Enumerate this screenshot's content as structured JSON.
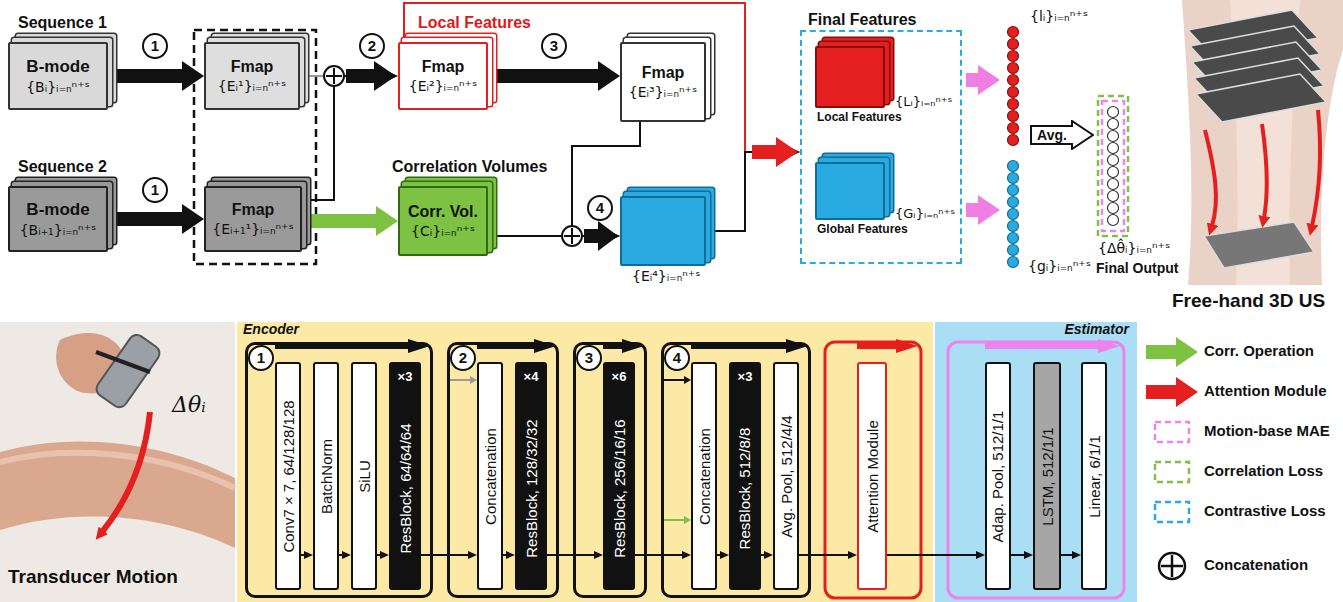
{
  "diagram": {
    "nodes": [
      {
        "text": [
          "Sequence 1",
          "B-mode",
          "{Bᵢ}ᵢ₌ₙⁿ⁺ˢ"
        ]
      },
      {
        "text": [
          "Fmap",
          "{Eᵢ¹}ᵢ₌ₙⁿ⁺ˢ"
        ]
      },
      {
        "text": [
          "Local Features",
          "Fmap",
          "{Eᵢ²}ᵢ₌ₙⁿ⁺ˢ"
        ]
      },
      {
        "text": [
          "Fmap",
          "{Eᵢ³}ᵢ₌ₙⁿ⁺ˢ"
        ]
      },
      {
        "text": [
          "Final Features"
        ]
      },
      {
        "text": [
          "Local Features",
          "{Lᵢ}ᵢ₌ₙⁿ⁺ˢ"
        ],
        "in": 4
      },
      {
        "text": [
          "Global Features",
          "{Gᵢ}ᵢ₌ₙⁿ⁺ˢ"
        ],
        "in": 4
      },
      {
        "text": [
          "Avg."
        ]
      },
      {
        "text": [
          "Sequence 2",
          "B-mode",
          "{Bᵢ₊₁}ᵢ₌ₙⁿ⁺ˢ"
        ]
      },
      {
        "text": [
          "Fmap",
          "{Eᵢ₊₁¹}ᵢ₌ₙⁿ⁺ˢ"
        ]
      },
      {
        "text": [
          "Correlation Volumes",
          "Corr. Vol.",
          "{Cᵢ}ᵢ₌ₙⁿ⁺ˢ"
        ]
      },
      {
        "text": [
          "{Eᵢ⁴}ᵢ₌ₙⁿ⁺ˢ"
        ]
      },
      {
        "text": [
          "Encoder"
        ]
      },
      {
        "text": [
          "1"
        ],
        "in": 12
      },
      {
        "text": [
          "Conv7 × 7, 64/128/128"
        ],
        "in": 13
      },
      {
        "text": [
          "BatchNorm"
        ],
        "in": 13
      },
      {
        "text": [
          "SiLU"
        ],
        "in": 13
      },
      {
        "text": [
          "ResBlock, 64/64/64",
          "×3"
        ],
        "in": 13
      },
      {
        "text": [
          "2"
        ],
        "in": 12
      },
      {
        "text": [
          "Concatenation"
        ],
        "in": 18
      },
      {
        "text": [
          "ResBlock, 128/32/32",
          "×4"
        ],
        "in": 18
      },
      {
        "text": [
          "3"
        ],
        "in": 12
      },
      {
        "text": [
          "ResBlock, 256/16/16",
          "×6"
        ],
        "in": 21
      },
      {
        "text": [
          "4"
        ],
        "in": 12
      },
      {
        "text": [
          "Concatenation"
        ],
        "in": 23
      },
      {
        "text": [
          "ResBlock, 512/8/8",
          "×3"
        ],
        "in": 23
      },
      {
        "text": [
          "Avg. Pool, 512/4/4"
        ],
        "in": 23
      },
      {
        "text": [
          "Attention Module"
        ],
        "in": 12
      },
      {
        "text": [
          "Estimator"
        ]
      },
      {
        "text": [
          "Adap. Pool, 512/1/1"
        ],
        "in": 28
      },
      {
        "text": [
          "LSTM, 512/1/1"
        ],
        "in": 28
      },
      {
        "text": [
          "Linear, 6/1/1"
        ],
        "in": 28
      }
    ],
    "edges": [
      {
        "from": 0,
        "to": 1,
        "arrow": "to"
      },
      {
        "from": 8,
        "to": 9,
        "arrow": "to"
      },
      {
        "from": 1,
        "to": 2,
        "arrow": "to"
      },
      {
        "from": 9,
        "to": 2,
        "arrow": "to"
      },
      {
        "from": 9,
        "to": 10,
        "arrow": "to"
      },
      {
        "from": 2,
        "to": 3,
        "arrow": "to"
      },
      {
        "from": 3,
        "to": 11,
        "arrow": "to"
      },
      {
        "from": 10,
        "to": 11,
        "arrow": "to"
      },
      {
        "from": 2,
        "to": 4,
        "arrow": "to"
      },
      {
        "from": 11,
        "to": 4,
        "arrow": "to"
      },
      {
        "from": 14,
        "to": 15,
        "arrow": "to"
      },
      {
        "from": 15,
        "to": 16,
        "arrow": "to"
      },
      {
        "from": 16,
        "to": 17,
        "arrow": "to"
      },
      {
        "from": 17,
        "to": 19,
        "arrow": "to"
      },
      {
        "from": 19,
        "to": 20,
        "arrow": "to"
      },
      {
        "from": 20,
        "to": 22,
        "arrow": "to"
      },
      {
        "from": 22,
        "to": 24,
        "arrow": "to"
      },
      {
        "from": 24,
        "to": 25,
        "arrow": "to"
      },
      {
        "from": 25,
        "to": 26,
        "arrow": "to"
      },
      {
        "from": 26,
        "to": 27,
        "arrow": "to"
      },
      {
        "from": 27,
        "to": 29,
        "arrow": "to"
      },
      {
        "from": 29,
        "to": 30,
        "arrow": "to"
      },
      {
        "from": 30,
        "to": 31,
        "arrow": "to"
      }
    ],
    "labels": [
      "1",
      "2",
      "3",
      "{lᵢ}ᵢ₌ₙⁿ⁺ˢ",
      "Free-hand 3D US",
      "1",
      "4",
      "{gᵢ}ᵢ₌ₙⁿ⁺ˢ",
      "{Δθ̂ᵢ}ᵢ₌ₙⁿ⁺ˢ",
      "Final Output",
      "Δθᵢ",
      "Transducer Motion"
    ],
    "legend": [
      {
        "text": "Corr. Operation"
      },
      {
        "text": "Attention Module"
      },
      {
        "text": "Motion-base MAE"
      },
      {
        "text": "Correlation Loss"
      },
      {
        "text": "Contrastive Loss"
      },
      {
        "text": "Concatenation"
      }
    ]
  }
}
